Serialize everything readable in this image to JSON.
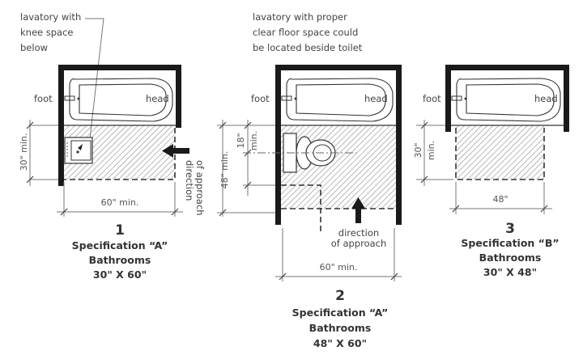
{
  "diagrams": [
    {
      "number": "1",
      "spec": "Specification “A”",
      "type": "Bathrooms",
      "size": "30\" X 60\"",
      "fixture_labels": {
        "foot": "foot",
        "head": "head"
      },
      "note": [
        "lavatory with",
        "knee space",
        "below"
      ],
      "dimensions": {
        "depth": "30\" min.",
        "width": "60\" min."
      },
      "approach": [
        "direction",
        "of approach"
      ]
    },
    {
      "number": "2",
      "spec": "Specification “A”",
      "type": "Bathrooms",
      "size": "48\" X 60\"",
      "fixture_labels": {
        "foot": "foot",
        "head": "head"
      },
      "note": [
        "lavatory with proper",
        "clear floor space could",
        "be located beside toilet"
      ],
      "dimensions": {
        "toilet_offset_a": "18\"",
        "toilet_offset_b": "min.",
        "depth": "48\" min.",
        "width": "60\" min."
      },
      "approach": [
        "direction",
        "of approach"
      ]
    },
    {
      "number": "3",
      "spec": "Specification “B”",
      "type": "Bathrooms",
      "size": "30\" X 48\"",
      "fixture_labels": {
        "foot": "foot",
        "head": "head"
      },
      "dimensions": {
        "depth_a": "30\"",
        "depth_b": "min.",
        "width": "48\""
      }
    }
  ],
  "colors": {
    "wall": "#1a1a1a",
    "line": "#333333",
    "hatch": "#888888"
  }
}
